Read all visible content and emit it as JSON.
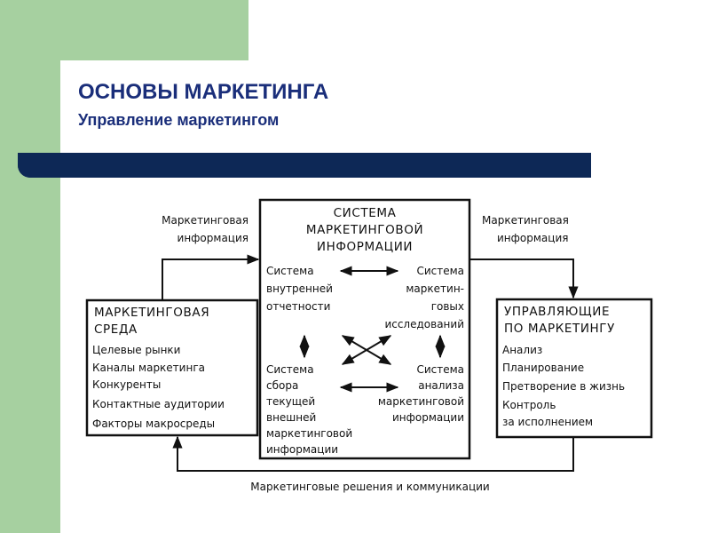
{
  "slide": {
    "title": "ОСНОВЫ МАРКЕТИНГА",
    "subtitle": "Управление маркетингом"
  },
  "diagram": {
    "center": {
      "heading": [
        "СИСТЕМА",
        "МАРКЕТИНГОВОЙ",
        "ИНФОРМАЦИИ"
      ],
      "internal_reports": [
        "Система",
        "внутренней",
        "отчетности"
      ],
      "marketing_research": [
        "Система",
        "маркетин-",
        "говых",
        "исследований"
      ],
      "intelligence": [
        "Система",
        "сбора",
        "текущей",
        "внешней",
        "маркетинговой",
        "информации"
      ],
      "analysis": [
        "Система",
        "анализа",
        "маркетинговой",
        "информации"
      ]
    },
    "environment": {
      "heading": [
        "МАРКЕТИНГОВАЯ",
        "СРЕДА"
      ],
      "items": [
        "Целевые рынки",
        "Каналы маркетинга",
        "Конкуренты",
        "Контактные аудитории",
        "Факторы макросреды"
      ]
    },
    "managers": {
      "heading": [
        "УПРАВЛЯЮЩИЕ",
        "ПО МАРКЕТИНГУ"
      ],
      "items": [
        "Анализ",
        "Планирование",
        "Претворение в жизнь",
        "Контроль",
        "за исполнением"
      ]
    },
    "flow_left": [
      "Маркетинговая",
      "информация"
    ],
    "flow_right": [
      "Маркетинговая",
      "информация"
    ],
    "flow_bottom": "Маркетинговые решения и коммуникации"
  }
}
